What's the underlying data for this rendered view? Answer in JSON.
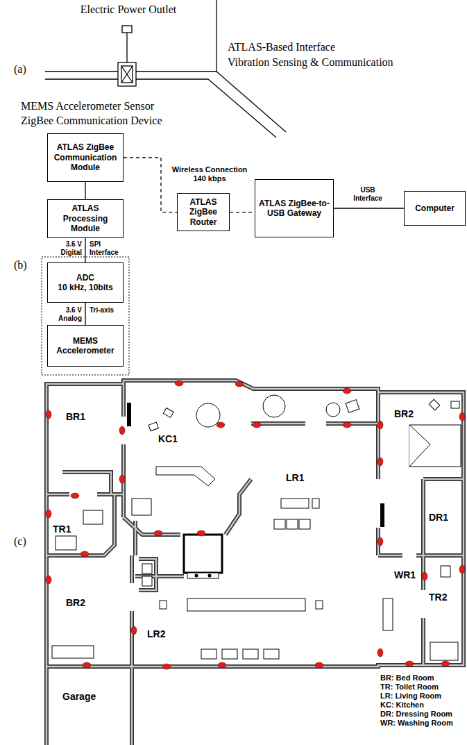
{
  "diagram": {
    "nodes": [
      {
        "text": [
          "ATLAS ZigBee Communication Module"
        ]
      },
      {
        "text": [
          "ATLAS Processing Module"
        ]
      },
      {
        "text": [
          "ADC",
          "10 kHz, 10bits"
        ]
      },
      {
        "text": [
          "MEMS Accelerometer"
        ]
      },
      {
        "text": [
          "ATLAS ZigBee Router"
        ]
      },
      {
        "text": [
          "ATLAS ZigBee-to-USB Gateway"
        ]
      },
      {
        "text": [
          "Computer"
        ]
      }
    ],
    "edges": [
      {
        "from": 0,
        "to": 1,
        "arrow": "none"
      },
      {
        "from": 1,
        "to": 2,
        "label": "3.6 V Digital",
        "arrow": "none"
      },
      {
        "from": 2,
        "to": 3,
        "label": "3.6 V Analog",
        "arrow": "none"
      },
      {
        "from": 0,
        "to": 4,
        "label": "Wireless Connection 140 kbps",
        "arrow": "none"
      },
      {
        "from": 4,
        "to": 5,
        "arrow": "none"
      },
      {
        "from": 5,
        "to": 6,
        "label": "USB Interface",
        "arrow": "none"
      }
    ],
    "labels": [
      "(a)",
      "Electric Power Outlet",
      "ATLAS-Based Interface",
      "Vibration Sensing & Communication",
      "MEMS Accelerometer Sensor",
      "ZigBee Communication Device",
      "(b)",
      "SPI Interface",
      "Tri-axis",
      "(c)",
      "BR1",
      "KC1",
      "LR1",
      "BR2",
      "TR1",
      "DR1",
      "BR2",
      "LR2",
      "WR1",
      "TR2",
      "Garage",
      "BR: Bed Room",
      "TR: Toilet Room",
      "LR: Living Room",
      "KC: Kitchen",
      "DR: Dressing Room",
      "WR: Washing Room"
    ]
  }
}
